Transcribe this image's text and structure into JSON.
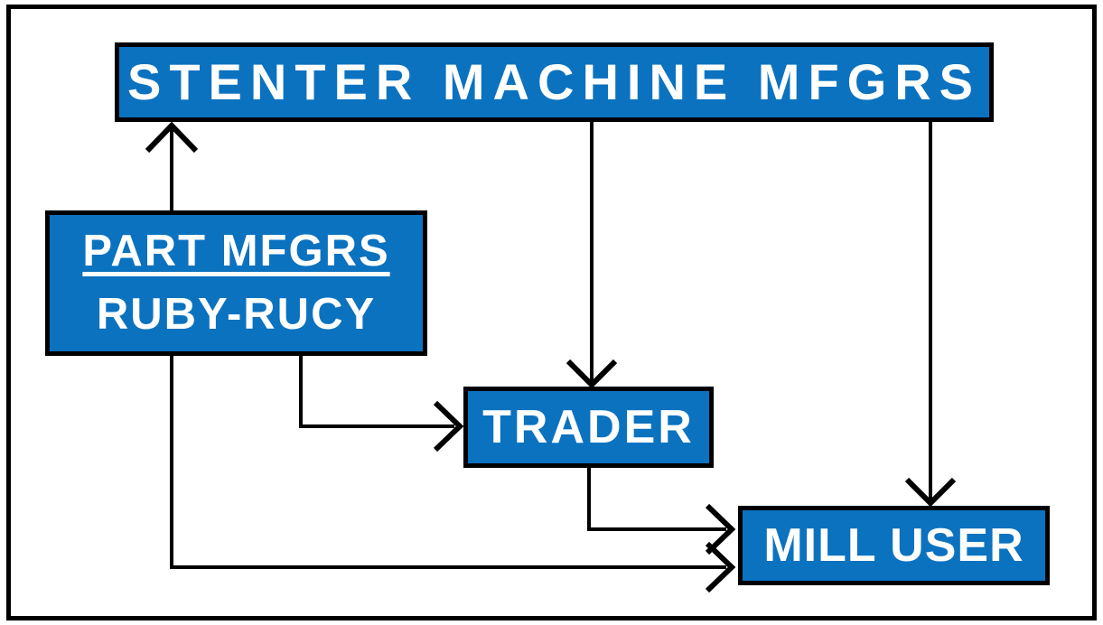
{
  "theme": {
    "box_fill": "#0b72c0",
    "box_border": "#000000",
    "line_color": "#000000",
    "text_color": "#ffffff",
    "background": "#ffffff"
  },
  "diagram": {
    "nodes": {
      "stenter": {
        "label": "STENTER MACHINE MFGRS"
      },
      "part": {
        "label_line1": "PART MFGRS",
        "label_line2": "RUBY-RUCY"
      },
      "trader": {
        "label": "TRADER"
      },
      "mill": {
        "label": "MILL USER"
      }
    },
    "edges": [
      {
        "from": "part-mfgrs",
        "to": "stenter-machine-mfgrs",
        "direction": "up"
      },
      {
        "from": "stenter-machine-mfgrs",
        "to": "trader",
        "direction": "down"
      },
      {
        "from": "stenter-machine-mfgrs",
        "to": "mill-user",
        "direction": "down"
      },
      {
        "from": "part-mfgrs",
        "to": "trader",
        "direction": "right"
      },
      {
        "from": "trader",
        "to": "mill-user",
        "direction": "right"
      },
      {
        "from": "part-mfgrs",
        "to": "mill-user",
        "direction": "right"
      }
    ]
  }
}
